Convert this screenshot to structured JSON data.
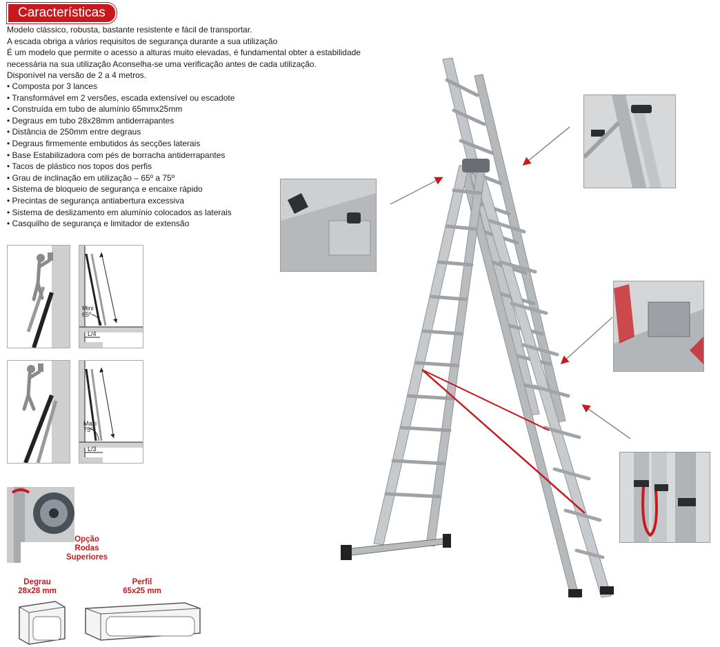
{
  "header": {
    "title": "Características"
  },
  "intro": [
    "Modelo clássico, robusta, bastante resistente e fácil de transportar.",
    "A escada obriga a vários requisitos de segurança durante a sua utilização",
    "É um modelo que permite o acesso a alturas muito elevadas, é fundamental obter a estabilidade",
    "necessária na sua utilização Aconselha-se uma verificação antes de cada utilização.",
    "Disponível na versão de 2 a 4 metros."
  ],
  "features": [
    "Composta por 3 lances",
    "Transformável em 2 versões, escada extensível ou escadote",
    "Construída em tubo de alumínio 65mmx25mm",
    "Degraus em tubo 28x28mm antiderrapantes",
    "Distância de 250mm entre degraus",
    "Degraus firmemente embutidos ás secções laterais",
    "Base Estabilizadora com pés de borracha antiderrapantes",
    "Tacos de plástico nos topos dos perfis",
    "Grau de inclinação em utilização – 65º a 75º",
    "Sistema de bloqueio de segurança e encaixe rápido",
    "Precintas de segurança antiabertura excessiva",
    "Sistema de deslizamento em alumínio colocados as laterais",
    "Casquilho de segurança e limitador de extensão"
  ],
  "diagrams": {
    "mini_label": "Mini",
    "mini_angle": "65º",
    "mini_base": "L/4",
    "maxi_label": "Maxi",
    "maxi_angle": "75º",
    "maxi_base": "L/3"
  },
  "wheels": {
    "line1": "Opção",
    "line2": "Rodas",
    "line3": "Superiores"
  },
  "profiles": {
    "step_title": "Degrau",
    "step_size": "28x28 mm",
    "rail_title": "Perfil",
    "rail_size": "65x25 mm"
  },
  "colors": {
    "accent": "#c8191f",
    "aluminium": "#b9bcbf",
    "photo_bg": "#d9d9d9"
  }
}
